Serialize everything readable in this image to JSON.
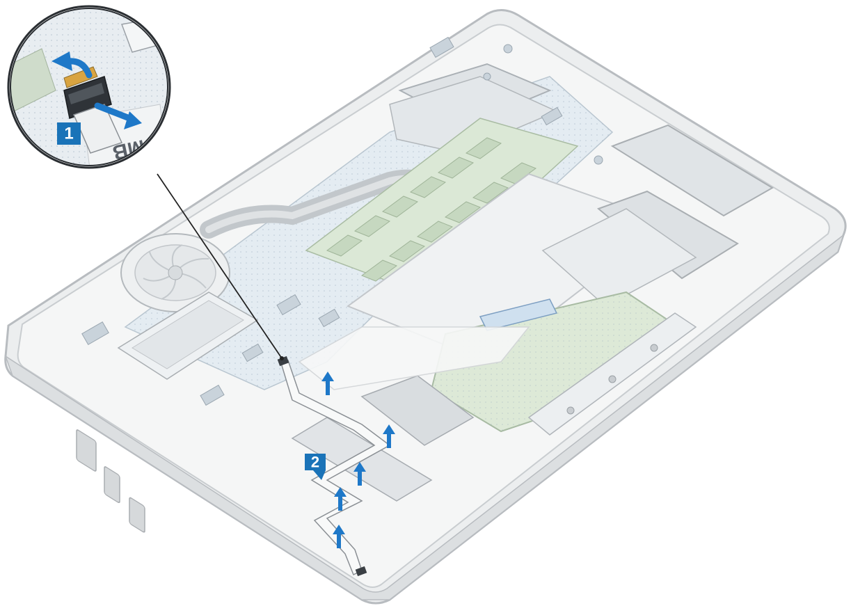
{
  "diagram": {
    "steps": [
      {
        "id": "step-1",
        "label": "1"
      },
      {
        "id": "step-2",
        "label": "2"
      }
    ],
    "zoom_inset": {
      "board_marking": "MB"
    },
    "colors": {
      "callout_badge": "#1a73b8",
      "arrow": "#1e78c8",
      "chassis_outline": "#b8bcc0",
      "chassis_fill": "#f3f4f4",
      "board_green": "#dbe8d6",
      "board_blue": "#d7e3ee",
      "cable_fill": "#f8f9f9",
      "cable_outline": "#8a8f94"
    },
    "icons": [
      "arrow-up-icon",
      "arrow-curved-icon",
      "callout-badge-icon",
      "leader-line-icon"
    ]
  }
}
